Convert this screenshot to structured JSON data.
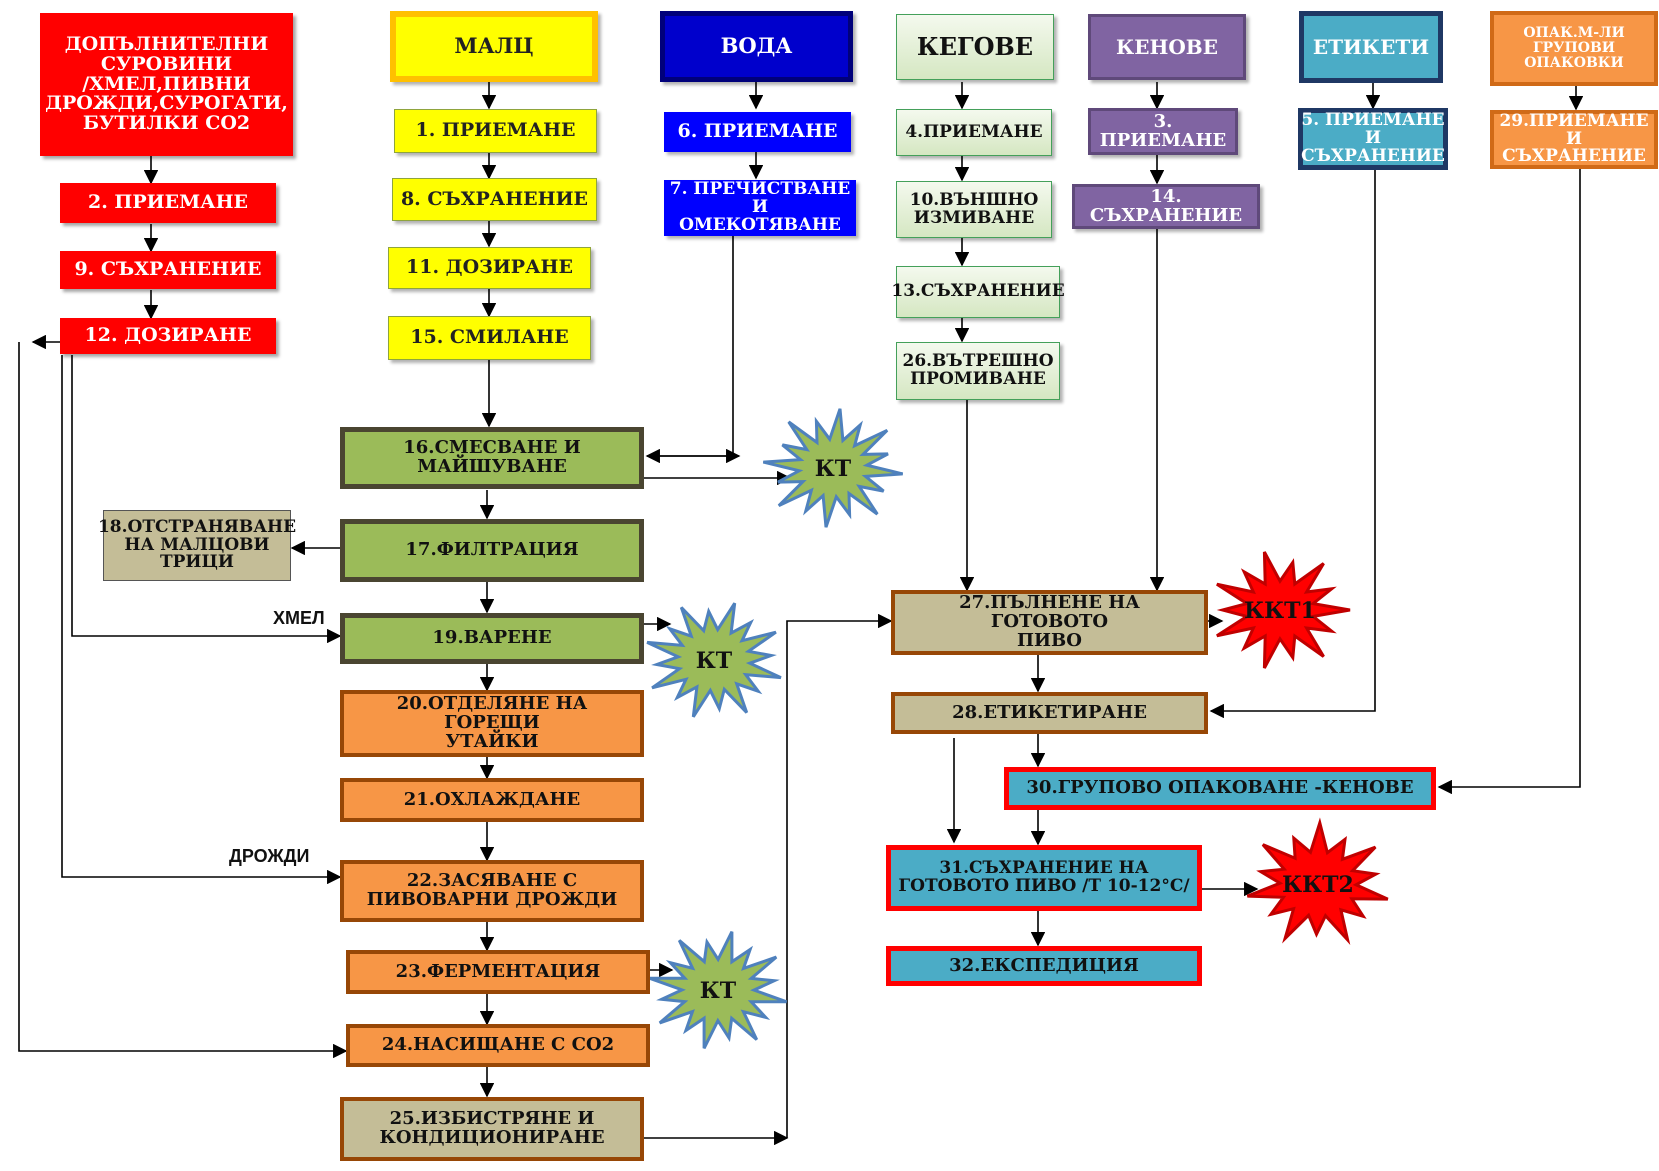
{
  "columns": {
    "supplements": "ДОПЪЛНИТЕЛНИ\nСУРОВИНИ\n/ХМЕЛ,ПИВНИ\nДРОЖДИ,СУРОГАТИ,\nБУТИЛКИ СО2",
    "malt": "МАЛЦ",
    "water": "ВОДА",
    "kegs": "КЕГОВЕ",
    "cans": "КЕНОВЕ",
    "labels": "ЕТИКЕТИ",
    "packaging": "ОПАК.М-ЛИ\nГРУПОВИ\nОПАКОВКИ"
  },
  "steps": {
    "s1": "1. ПРИЕМАНЕ",
    "s2": "2. ПРИЕМАНЕ",
    "s3": "3. ПРИЕМАНЕ",
    "s4": "4.ПРИЕМАНЕ",
    "s5": "5. ПРИЕМАНЕ И\nСЪХРАНЕНИЕ",
    "s6": "6. ПРИЕМАНЕ",
    "s7": "7. ПРЕЧИСТВАНЕ И\nОМЕКОТЯВАНЕ",
    "s8": "8. СЪХРАНЕНИЕ",
    "s9": "9. СЪХРАНЕНИЕ",
    "s10": "10.ВЪНШНО\nИЗМИВАНЕ",
    "s11": "11. ДОЗИРАНЕ",
    "s12": "12. ДОЗИРАНЕ",
    "s13": "13.СЪХРАНЕНИЕ",
    "s14": "14. СЪХРАНЕНИЕ",
    "s15": "15. СМИЛАНЕ",
    "s16": "16.СМЕСВАНЕ И\nМАЙШУВАНЕ",
    "s17": "17.ФИЛТРАЦИЯ",
    "s18": "18.ОТСТРАНЯВАНЕ\nНА МАЛЦОВИ\nТРИЦИ",
    "s19": "19.ВАРЕНЕ",
    "s20": "20.ОТДЕЛЯНЕ НА ГОРЕЩИ\nУТАЙКИ",
    "s21": "21.ОХЛАЖДАНЕ",
    "s22": "22.ЗАСЯВАНЕ С\nПИВОВАРНИ ДРОЖДИ",
    "s23": "23.ФЕРМЕНТАЦИЯ",
    "s24": "24.НАСИЩАНЕ С СО2",
    "s25": "25.ИЗБИСТРЯНЕ И\nКОНДИЦИОНИРАНЕ",
    "s26": "26.ВЪТРЕШНО\nПРОМИВАНЕ",
    "s27": "27.ПЪЛНЕНЕ НА ГОТОВОТО\nПИВО",
    "s28": "28.ЕТИКЕТИРАНЕ",
    "s29": "29.ПРИЕМАНЕ И\nСЪХРАНЕНИЕ",
    "s30": "30.ГРУПОВО ОПАКОВАНЕ -КЕНОВЕ",
    "s31": "31.СЪХРАНЕНИЕ НА\nГОТОВОТО  ПИВО /Т 10-12°С/",
    "s32": "32.ЕКСПЕДИЦИЯ"
  },
  "side_labels": {
    "hops": "ХМЕЛ",
    "yeast": "ДРОЖДИ"
  },
  "control_points": {
    "kt": "КТ",
    "kkt1": "ККТ1",
    "kkt2": "ККТ2"
  },
  "colors": {
    "kt_fill": "#9bbb59",
    "kt_stroke": "#4f81bd",
    "kkt_fill": "#ff0000",
    "kkt_stroke": "#c00000"
  }
}
